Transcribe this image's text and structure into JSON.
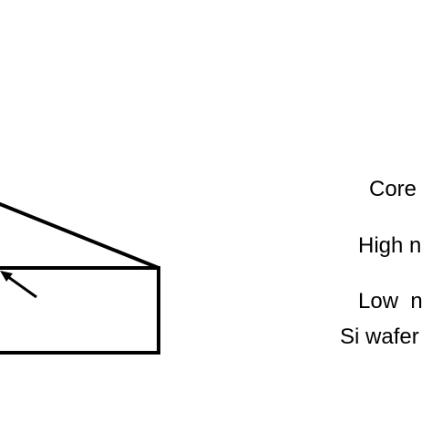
{
  "labels": {
    "core": "Core",
    "high_n": "High n",
    "low_n": "Low  n",
    "si_wafer": "Si wafer"
  },
  "colors": {
    "stroke": "#000000",
    "background": "#ffffff",
    "text": "#000000"
  }
}
